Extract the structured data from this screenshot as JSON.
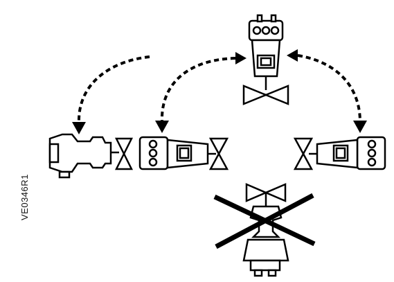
{
  "diagram": {
    "figure_code": "VE0346R1",
    "positions": [
      {
        "id": "top-center",
        "orientation": "vertical",
        "allowed": true
      },
      {
        "id": "left-horizontal",
        "orientation": "horizontal",
        "allowed": true
      },
      {
        "id": "center-horizontal",
        "orientation": "horizontal",
        "allowed": true
      },
      {
        "id": "right-horizontal",
        "orientation": "horizontal",
        "allowed": true
      },
      {
        "id": "bottom-inverted",
        "orientation": "inverted",
        "allowed": false
      }
    ],
    "colors": {
      "line": "#000000",
      "background": "#ffffff"
    }
  }
}
